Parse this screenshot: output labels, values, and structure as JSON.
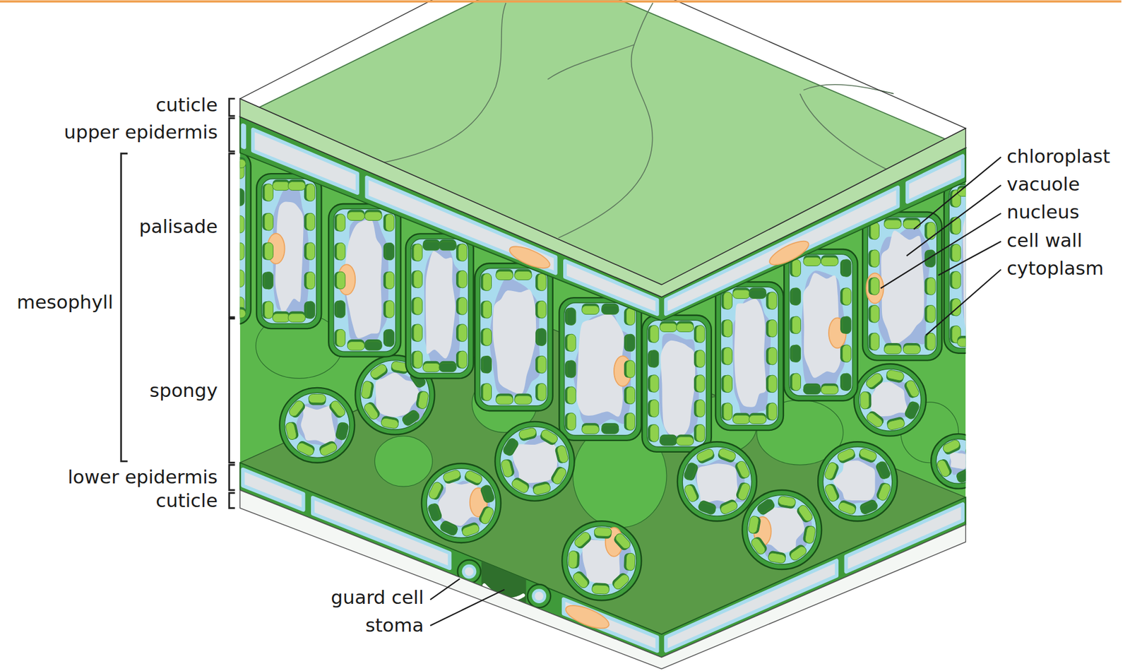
{
  "diagram": {
    "labels": [
      "cuticle",
      "upper epidermis",
      "palisade",
      "mesophyll",
      "spongy",
      "lower epidermis",
      "cuticle",
      "chloroplast",
      "vacuole",
      "nucleus",
      "cell wall",
      "cytoplasm",
      "guard cell",
      "stoma"
    ]
  }
}
